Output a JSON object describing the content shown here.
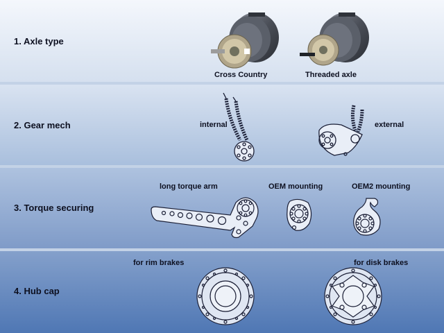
{
  "rows": [
    {
      "label": "1. Axle type",
      "items": [
        {
          "caption": "Cross Country",
          "icon": "hub-motor-icon"
        },
        {
          "caption": "Threaded axle",
          "icon": "hub-motor-icon"
        }
      ]
    },
    {
      "label": "2. Gear mech",
      "items": [
        {
          "caption": "internal",
          "icon": "internal-gear-mech-icon"
        },
        {
          "caption": "external",
          "icon": "external-gear-mech-icon"
        }
      ]
    },
    {
      "label": "3. Torque securing",
      "items": [
        {
          "caption": "long torque arm",
          "icon": "long-torque-arm-icon"
        },
        {
          "caption": "OEM mounting",
          "icon": "oem-mount-icon"
        },
        {
          "caption": "OEM2 mounting",
          "icon": "oem2-mount-icon"
        }
      ]
    },
    {
      "label": "4. Hub cap",
      "items": [
        {
          "caption": "for rim brakes",
          "icon": "rim-brake-hub-cap-icon"
        },
        {
          "caption": "for disk brakes",
          "icon": "disk-brake-hub-cap-icon"
        }
      ]
    }
  ],
  "colors": {
    "band_top": "#f4f7fc",
    "band_bottom": "#4f77b4",
    "separator": "#c3d2e6",
    "text": "#0d1020",
    "line_art": "#3a3f58"
  }
}
